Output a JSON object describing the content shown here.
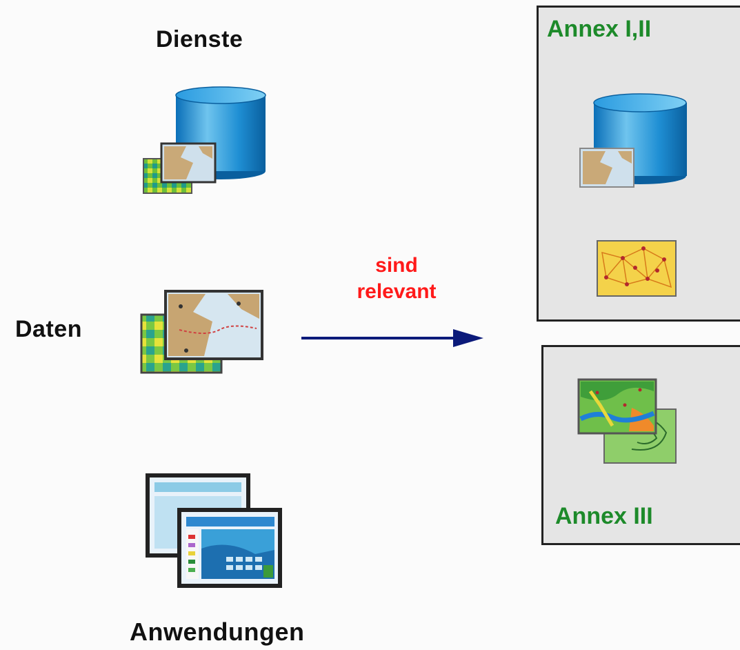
{
  "labels": {
    "services": "Dienste",
    "data": "Daten",
    "applications": "Anwendungen"
  },
  "arrow": {
    "line1": "sind",
    "line2": "relevant"
  },
  "annex_boxes": [
    {
      "title": "Annex I,II"
    },
    {
      "title": "Annex III"
    }
  ],
  "colors": {
    "arrow": "#0b1a7a",
    "relevant_text": "#ff1a1a",
    "annex_title": "#1d8a2a",
    "box_fill": "#e5e5e5"
  },
  "icons": {
    "services": [
      "database-icon",
      "raster-map-icon"
    ],
    "data": [
      "raster-map-icon",
      "nautical-chart-icon"
    ],
    "applications": [
      "web-app-window-icon"
    ],
    "annex_1_2": [
      "database-icon",
      "network-map-icon"
    ],
    "annex_3": [
      "thematic-map-icon"
    ]
  }
}
